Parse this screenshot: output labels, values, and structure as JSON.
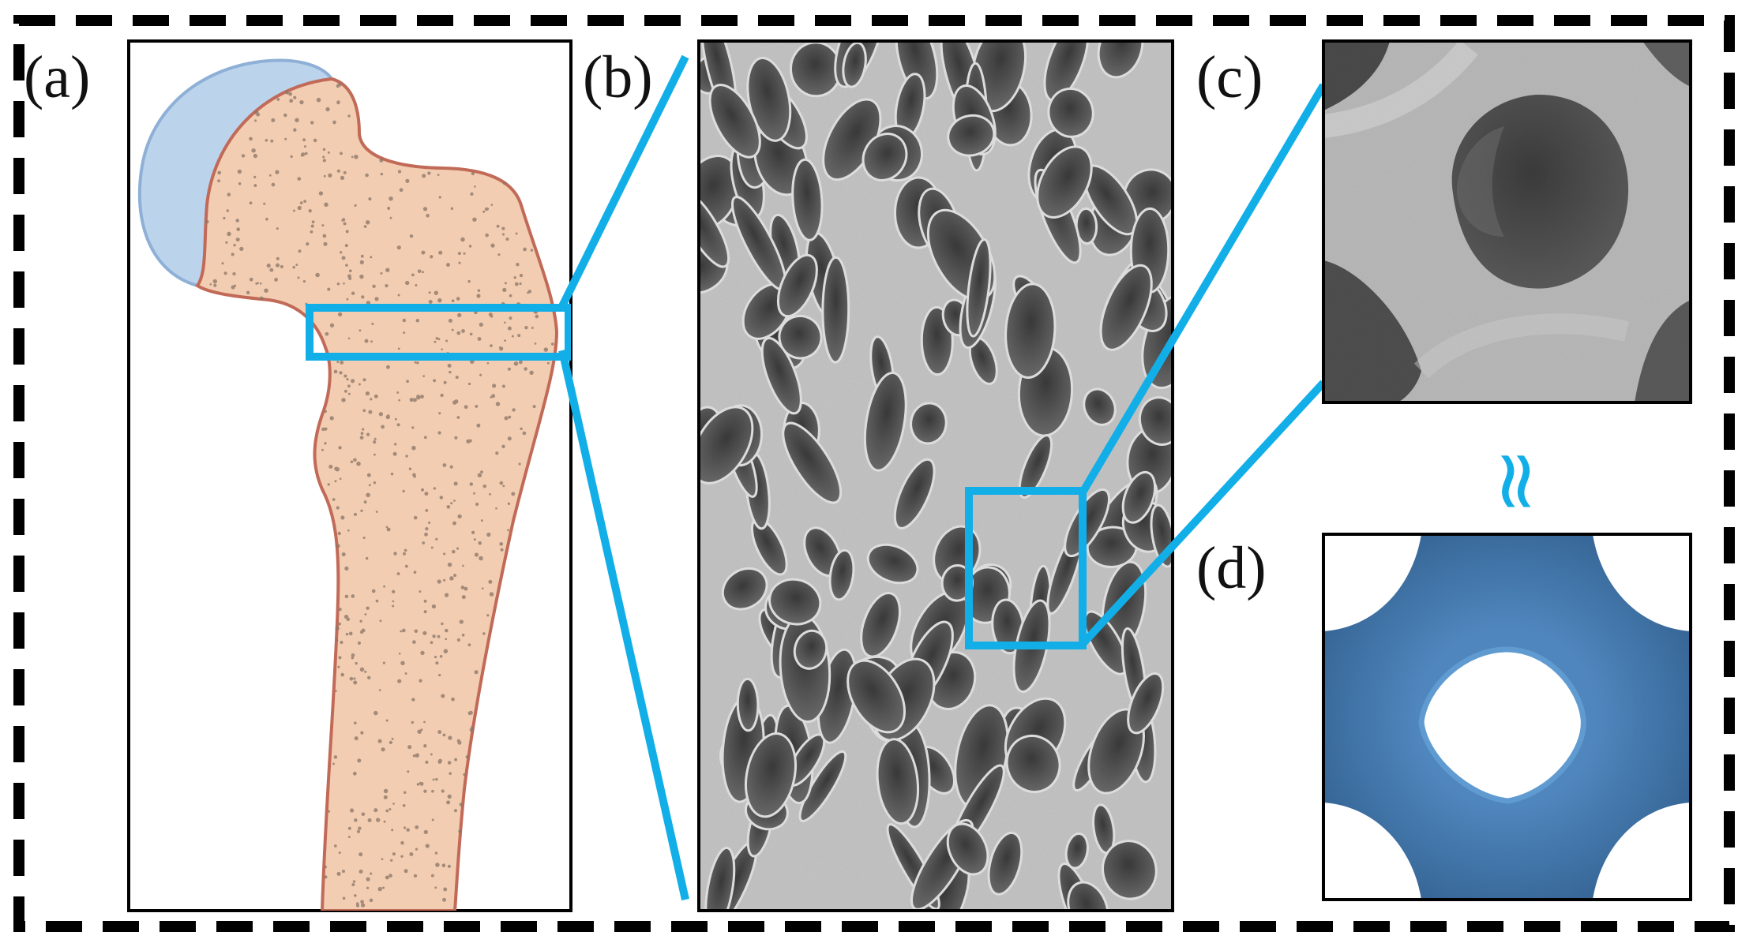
{
  "panels": {
    "a": {
      "label": "(a)"
    },
    "b": {
      "label": "(b)"
    },
    "c": {
      "label": "(c)"
    },
    "d": {
      "label": "(d)"
    }
  },
  "approx_symbol": "≈",
  "colors": {
    "frame_dash": "#000000",
    "callout": "#12aee8",
    "bone_fill": "#f2cdb2",
    "bone_outline": "#c26a58",
    "cartilage": "#b8d1ea",
    "pore_dots": "#8a7566",
    "sem_background": "#5e5e5e",
    "sem_struts": "#d4d4d4",
    "tpms_fill": "#2f5f8d",
    "tpms_highlight": "#5f9bd0"
  },
  "icons": [
    "femur-cross-section-illustration",
    "trabecular-bone-sem-image",
    "trabecular-pore-closeup",
    "tpms-unit-cell"
  ]
}
